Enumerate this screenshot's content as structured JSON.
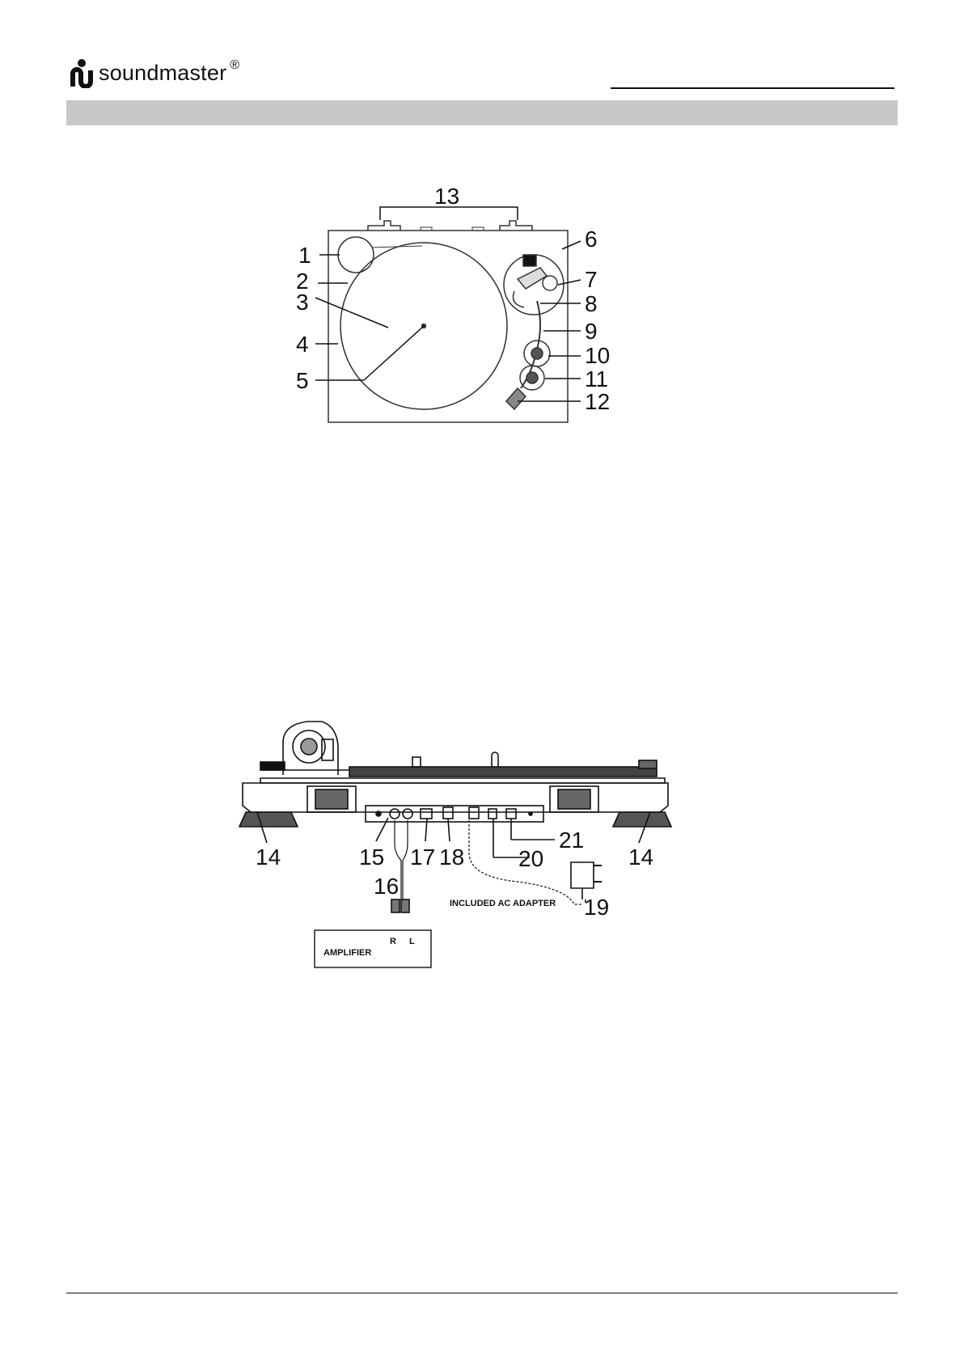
{
  "header": {
    "brand": "soundmaster",
    "registered": "®"
  },
  "figure_top": {
    "callouts": [
      "1",
      "2",
      "3",
      "4",
      "5",
      "6",
      "7",
      "8",
      "9",
      "10",
      "11",
      "12",
      "13"
    ]
  },
  "figure_rear": {
    "callouts": [
      "14",
      "15",
      "16",
      "17",
      "18",
      "19",
      "20",
      "21",
      "14"
    ],
    "adapter_label": "INCLUDED AC ADAPTER",
    "amplifier_label": "AMPLIFIER",
    "amp_right": "R",
    "amp_left": "L"
  }
}
